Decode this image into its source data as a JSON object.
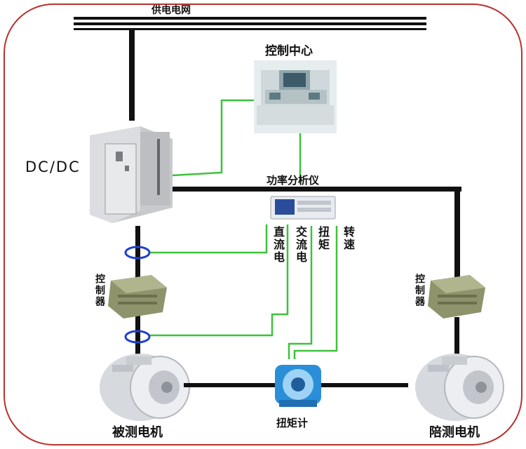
{
  "labels": {
    "power_grid": "供电电网",
    "control_center": "控制中心",
    "dcdc": "DC/DC",
    "power_analyzer": "功率分析仪",
    "dc_current": "直流电",
    "ac_current": "交流电",
    "torque": "扭矩",
    "speed": "转速",
    "controller_left": "控制器",
    "controller_right": "控制器",
    "motor_under_test": "被测电机",
    "torque_meter": "扭矩计",
    "load_motor": "陪测电机"
  },
  "colors": {
    "frame_border": "#b8322e",
    "power_line": "#111111",
    "signal_line": "#3cc23c",
    "sensor_ring": "#1f3fd0",
    "cabinet": "#d9dadc",
    "controller_box": "#8a8f6a",
    "motor_body": "#e4e6ea",
    "torque_meter": "#2a8fd8"
  }
}
